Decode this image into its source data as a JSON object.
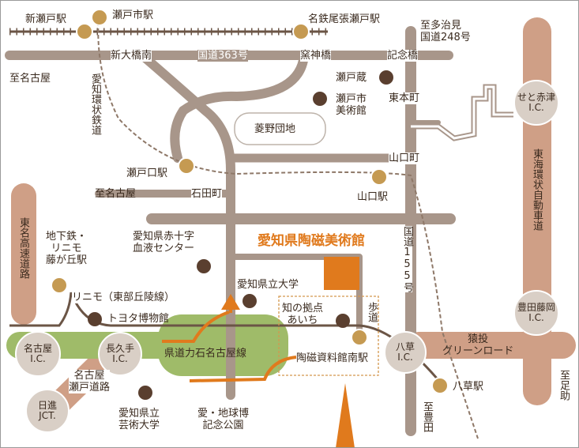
{
  "colors": {
    "road": "#a8968a",
    "expressway": "#cf9f86",
    "green_line": "#9fbb69",
    "rail": "#6b5546",
    "linimo": "#6b5546",
    "station": "#c59a52",
    "facility": "#5a3f2f",
    "orange": "#e07a1d",
    "ic_circle": "#d9cfc6"
  },
  "map": {
    "title": "愛知県陶磁美術館",
    "stations": {
      "shin_seto": "新瀬戸駅",
      "setoshi": "瀬戸市駅",
      "meitetsu_owari_seto": "名鉄尾張瀬戸駅",
      "seto_guchi": "瀬戸口駅",
      "yamaguchi": "山口駅",
      "fujigaoka": "地下鉄・\nリニモ\n藤が丘駅",
      "tojishiryokan_minami": "陶磁資料館南駅",
      "yakusa": "八草駅"
    },
    "roads": {
      "shin_ohashi_minami": "新大橋南",
      "route_363": "国道363号",
      "kamagamibashi": "窯神橋",
      "kinenbashi": "記念橋",
      "to_tajimi": "至多治見\n国道248号",
      "to_nagoya_1": "至名古屋",
      "to_nagoya_2": "至名古屋",
      "ishidacho": "石田町",
      "yamaguchicho": "山口町",
      "higashi_honmachi": "東本町",
      "route_155": "国道155号",
      "nagoya_seto_road": "名古屋\n瀬戸道路",
      "rikiishi_line": "県道力石名古屋線",
      "sanage_green_road": "猿投\nグリーンロード",
      "to_toyota": "至豊田",
      "to_asuke": "至足助",
      "hodo": "歩道",
      "aichi_kanjo": "愛知環状鉄道",
      "tomei": "東名高速道路",
      "tokai_kanjo": "東海環状自動車道",
      "linimo": "リニモ（東部丘陵線）"
    },
    "facilities": {
      "setogura": "瀬戸蔵",
      "seto_museum": "瀬戸市\n美術館",
      "hishino_danchi": "菱野団地",
      "red_cross": "愛知県赤十字\n血液センター",
      "pref_univ": "愛知県立大学",
      "toyota_museum": "トヨタ博物館",
      "chi_no_kyoten": "知の拠点\nあいち",
      "arts_univ": "愛知県立\n芸術大学",
      "expo_park": "愛・地球博\n記念公園"
    },
    "interchanges": {
      "seto_akazu": "せと赤津\nI.C.",
      "toyota_fujioka": "豊田藤岡\nI.C.",
      "yakusa_ic": "八草\nI.C.",
      "nagakute_ic": "長久手\nI.C.",
      "nagoya_ic": "名古屋\nI.C.",
      "nisshin_jct": "日進\nJCT."
    }
  }
}
